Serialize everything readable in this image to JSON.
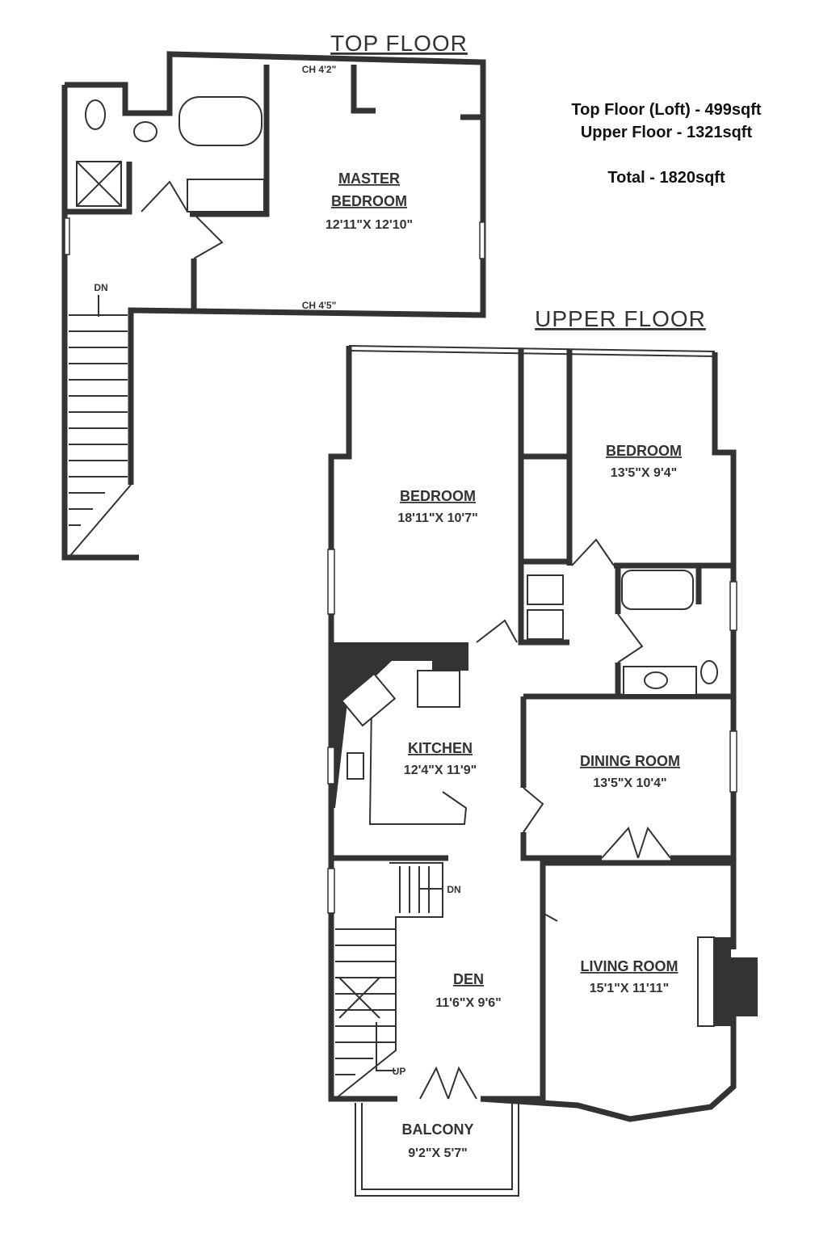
{
  "headings": {
    "top_floor": "TOP FLOOR",
    "upper_floor": "UPPER FLOOR"
  },
  "summary": {
    "top_floor": "Top Floor (Loft) - 499sqft",
    "upper_floor": "Upper Floor - 1321sqft",
    "total": "Total - 1820sqft"
  },
  "top_floor": {
    "master_bedroom": {
      "name_line1": "MASTER",
      "name_line2": "BEDROOM",
      "dims": "12'11\"X  12'10\""
    },
    "ceiling_top": "CH  4'2\"",
    "ceiling_bottom": "CH  4'5\"",
    "stairs_label": "DN"
  },
  "upper_floor": {
    "bedroom_left": {
      "name": "BEDROOM",
      "dims": "18'11\"X  10'7\""
    },
    "bedroom_right": {
      "name": "BEDROOM",
      "dims": "13'5\"X  9'4\""
    },
    "kitchen": {
      "name": "KITCHEN",
      "dims": "12'4\"X  11'9\""
    },
    "dining_room": {
      "name": "DINING  ROOM",
      "dims": "13'5\"X  10'4\""
    },
    "den": {
      "name": "DEN",
      "dims": "11'6\"X  9'6\""
    },
    "living_room": {
      "name": "LIVING  ROOM",
      "dims": "15'1\"X  11'11\""
    },
    "balcony": {
      "name": "BALCONY",
      "dims": "9'2\"X  5'7\""
    },
    "stairs_down": "DN",
    "stairs_up": "UP"
  }
}
